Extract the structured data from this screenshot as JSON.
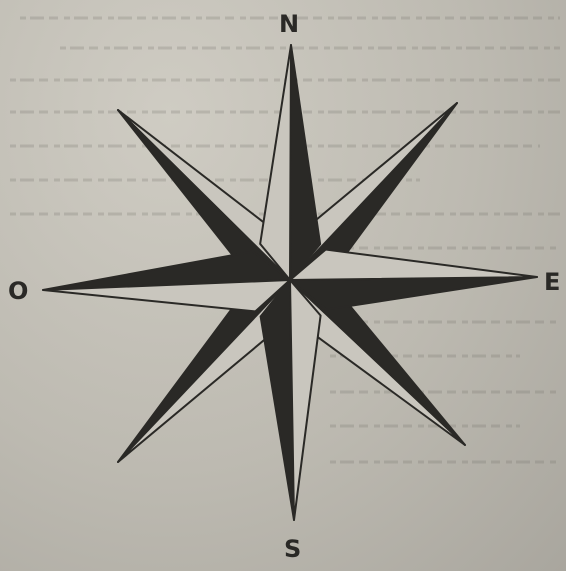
{
  "labels": {
    "north": "N",
    "east": "E",
    "south": "S",
    "west": "O"
  },
  "colors": {
    "paper": "#bfbdb5",
    "ink": "#2a2926",
    "light_face": "#c9c6be"
  }
}
